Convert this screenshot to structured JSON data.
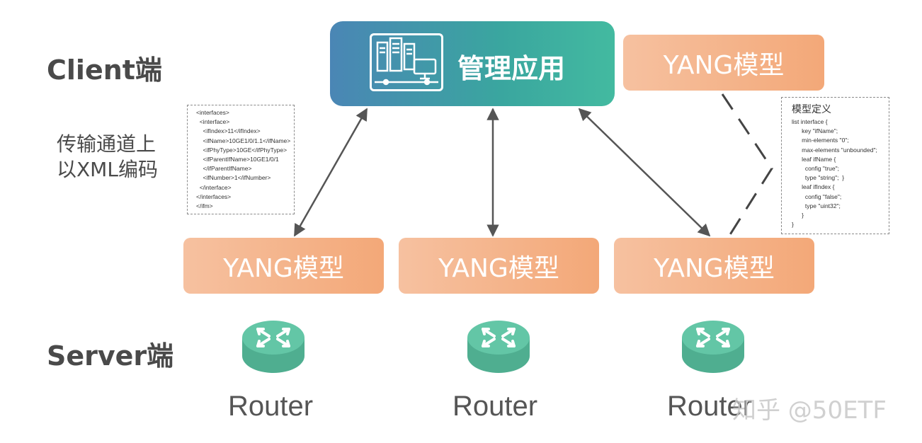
{
  "labels": {
    "client": "Client端",
    "server": "Server端",
    "transport_line1": "传输通道上",
    "transport_line2": "以XML编码"
  },
  "mgmt": {
    "title": "管理应用",
    "icon": "server-monitor-icon"
  },
  "yang_boxes": {
    "top_right": "YANG模型",
    "bottom_left": "YANG模型",
    "bottom_center": "YANG模型",
    "bottom_right": "YANG模型"
  },
  "xml_lines": [
    "<interfaces>",
    "  <interface>",
    "    <ifIndex>11</ifIndex>",
    "    <ifName>10GE1/0/1.1</ifName>",
    "    <ifPhyType>10GE</ifPhyType>",
    "    <ifParentIfName>10GE1/0/1",
    "    </ifParentIfName>",
    "    <ifNumber>1</ifNumber>",
    "  </interface>",
    "</interfaces>",
    "</ifm>"
  ],
  "model_def": {
    "title": "模型定义",
    "lines": [
      "list interface {",
      "      key \"ifName\";",
      "      min-elements \"0\";",
      "      max-elements \"unbounded\";",
      "      leaf ifName {",
      "        config \"true\";",
      "        type \"string\";  }",
      "      leaf ifIndex {",
      "        config \"false\";",
      "        type \"uint32\";",
      "      }",
      "}"
    ]
  },
  "routers": {
    "left": "Router",
    "center": "Router",
    "right": "Router",
    "icon": "router-icon"
  },
  "watermark": "知乎 @50ETF",
  "colors": {
    "mgmt_gradient_start": "#4a86b5",
    "mgmt_gradient_end": "#43baa0",
    "yang_gradient_start": "#f6c1a0",
    "yang_gradient_end": "#f3a878",
    "router_green": "#5bbf9f",
    "arrow": "#555555"
  }
}
